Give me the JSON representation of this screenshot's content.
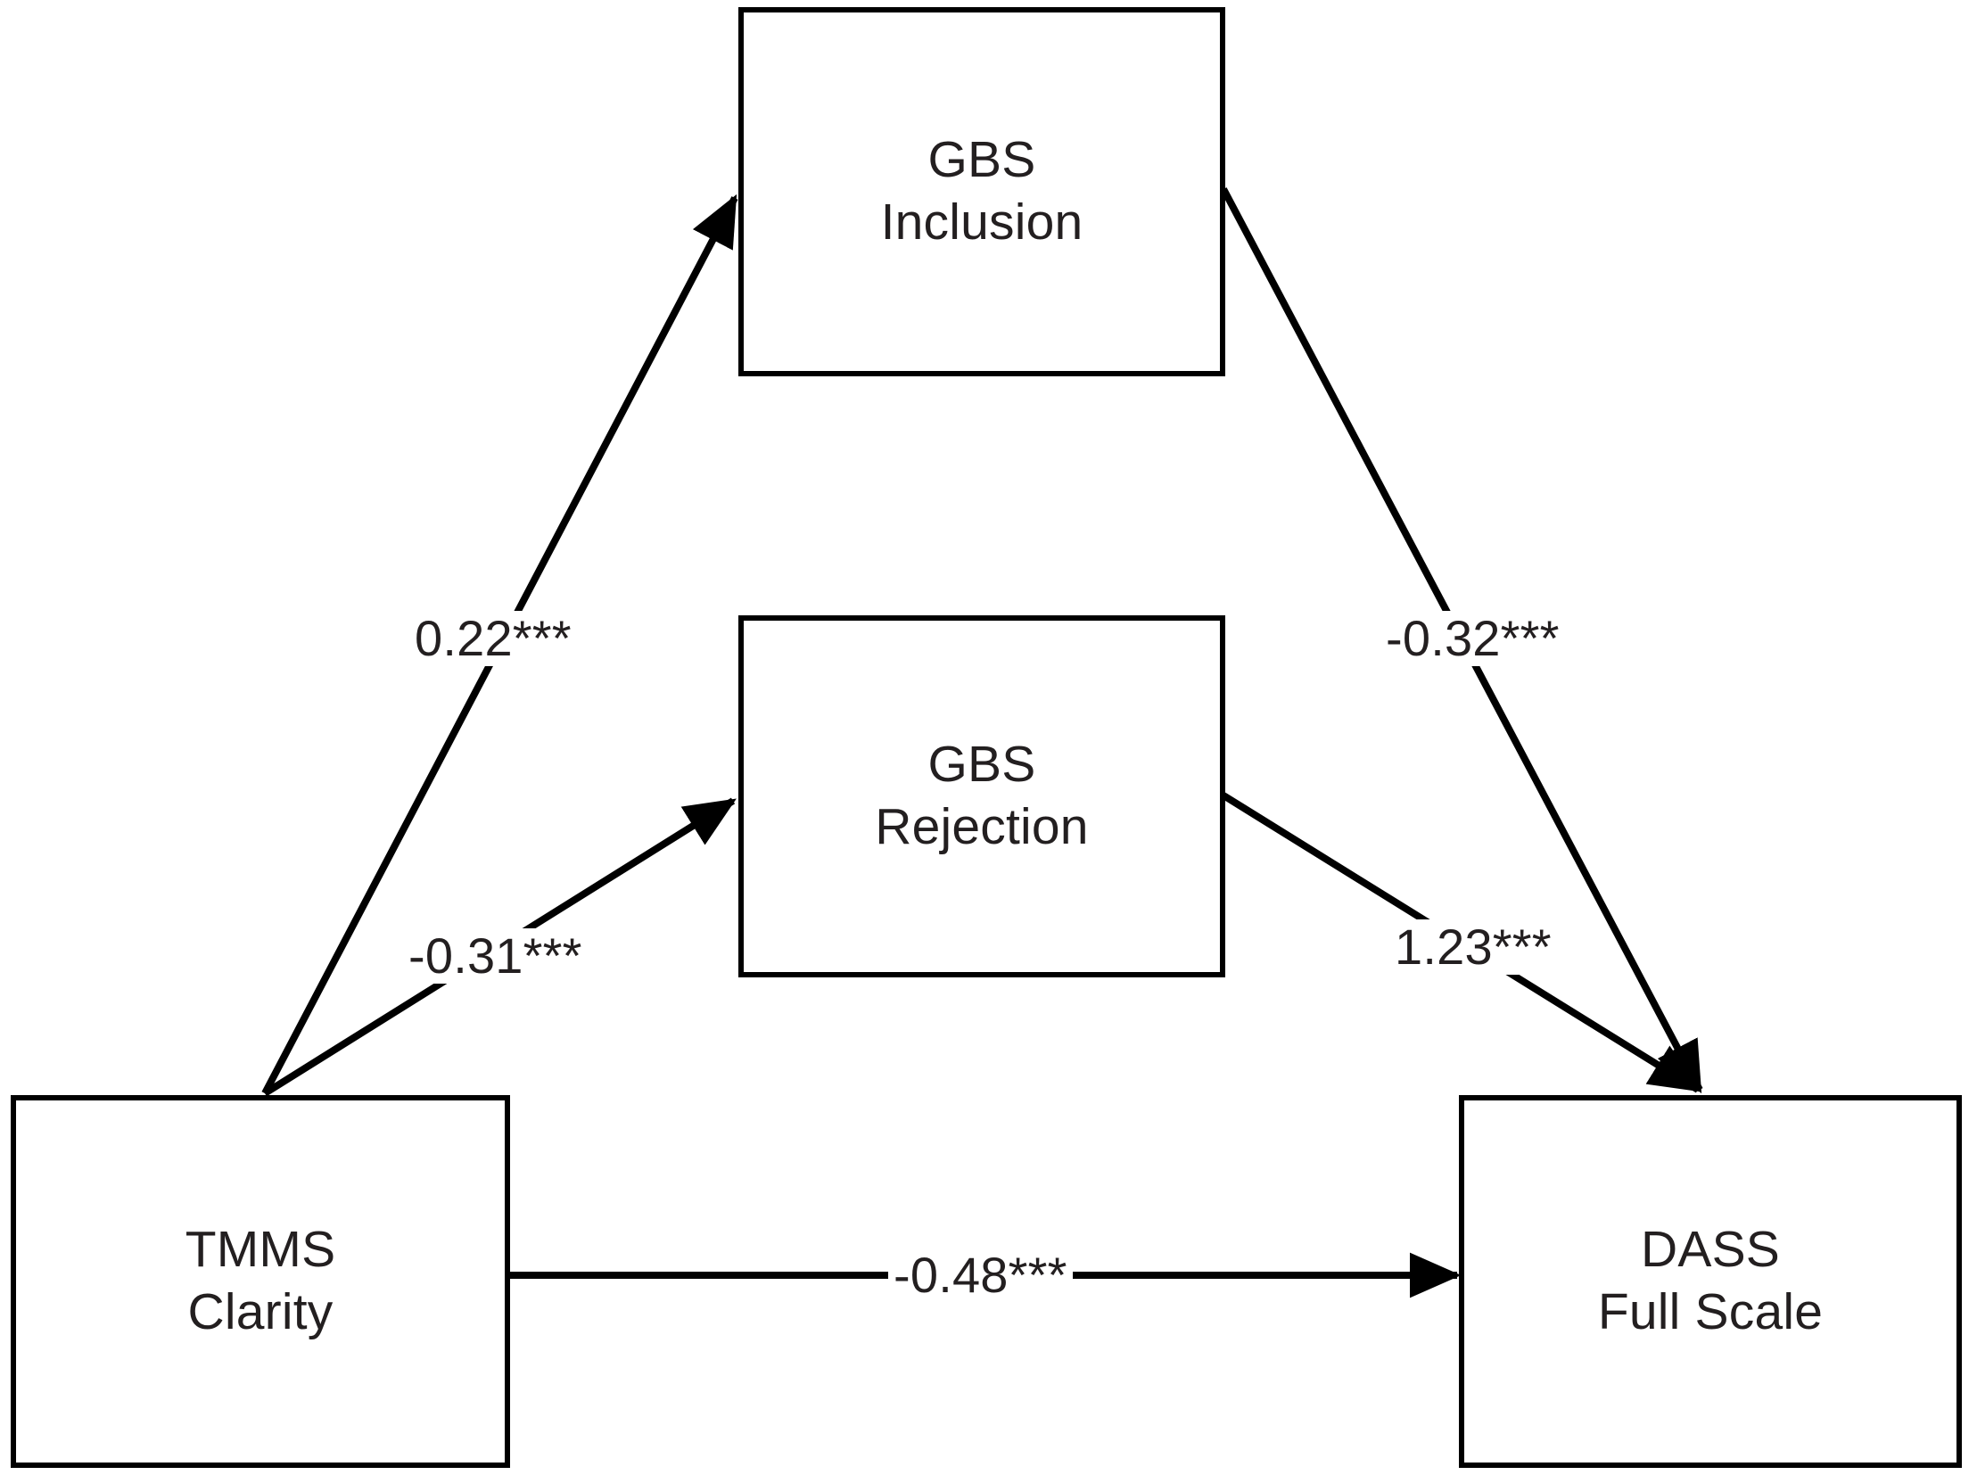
{
  "figure": {
    "type": "path-diagram",
    "background_color": "#ffffff",
    "line_color": "#000000",
    "text_color": "#231f20"
  },
  "nodes": [
    {
      "id": "gbs-inclusion",
      "line1": "GBS",
      "line2": "Inclusion"
    },
    {
      "id": "gbs-rejection",
      "line1": "GBS",
      "line2": "Rejection"
    },
    {
      "id": "tmms-clarity",
      "line1": "TMMS",
      "line2": "Clarity"
    },
    {
      "id": "dass-full-scale",
      "line1": "DASS",
      "line2": "Full Scale"
    }
  ],
  "edges": [
    {
      "id": "tmms-to-inclusion",
      "from": "tmms-clarity",
      "to": "gbs-inclusion",
      "coefficient": "0.22",
      "significance": "***",
      "label": "0.22***"
    },
    {
      "id": "tmms-to-rejection",
      "from": "tmms-clarity",
      "to": "gbs-rejection",
      "coefficient": "-0.31",
      "significance": "***",
      "label": "-0.31***"
    },
    {
      "id": "inclusion-to-dass",
      "from": "gbs-inclusion",
      "to": "dass-full-scale",
      "coefficient": "-0.32",
      "significance": "***",
      "label": "-0.32***"
    },
    {
      "id": "rejection-to-dass",
      "from": "gbs-rejection",
      "to": "dass-full-scale",
      "coefficient": "1.23",
      "significance": "***",
      "label": "1.23***"
    },
    {
      "id": "tmms-to-dass",
      "from": "tmms-clarity",
      "to": "dass-full-scale",
      "coefficient": "-0.48",
      "significance": "***",
      "label": "-0.48***"
    }
  ]
}
